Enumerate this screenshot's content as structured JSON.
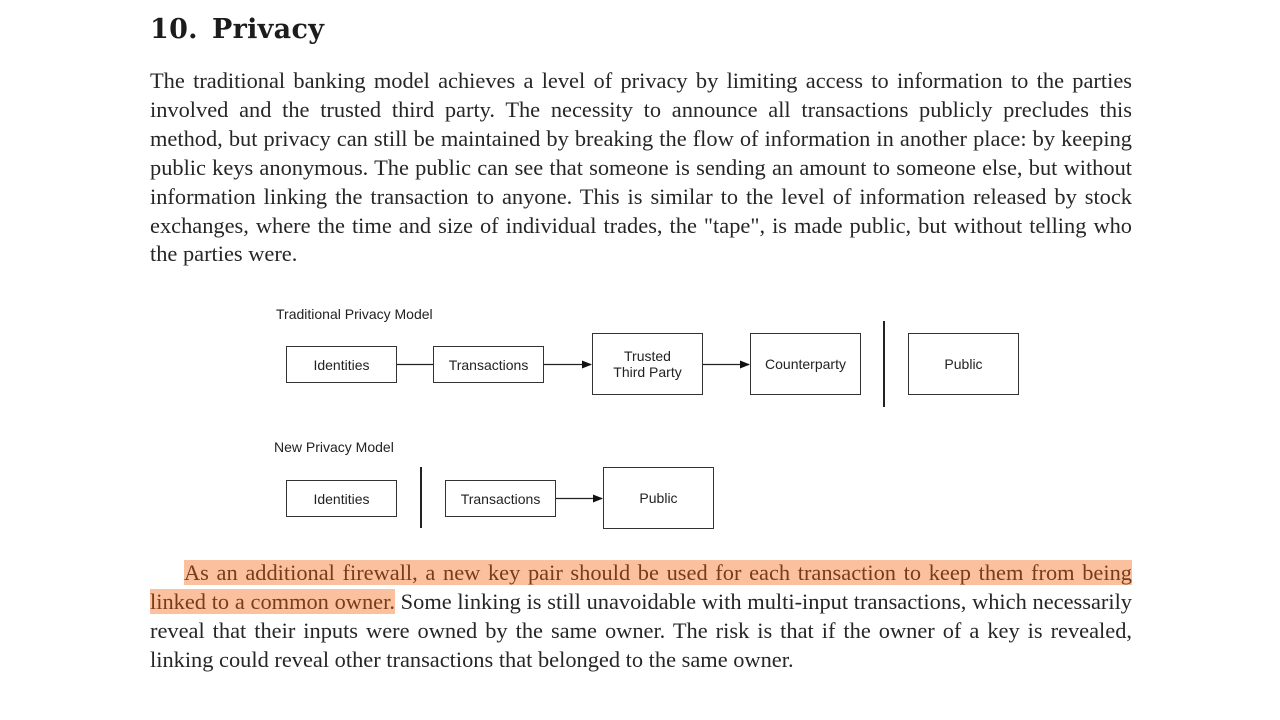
{
  "section": {
    "number": "10.",
    "title": "Privacy"
  },
  "paragraph1": "The traditional banking model achieves a level of privacy by limiting access to information to the parties involved and the trusted third party.  The necessity to announce all transactions publicly precludes this method, but privacy can still be maintained by breaking the flow of information in another place: by keeping public keys anonymous.  The public can see that someone is sending an amount to someone else, but without information linking the transaction to anyone.  This is similar to the level of information released by stock exchanges, where the time and size of individual trades, the \"tape\", is made public, but without telling who the parties were.",
  "diagram": {
    "traditional": {
      "label": "Traditional Privacy Model",
      "identities": "Identities",
      "transactions": "Transactions",
      "trusted_line1": "Trusted",
      "trusted_line2": "Third Party",
      "counterparty": "Counterparty",
      "public": "Public"
    },
    "new": {
      "label": "New Privacy Model",
      "identities": "Identities",
      "transactions": "Transactions",
      "public": "Public"
    }
  },
  "paragraph2": {
    "highlighted": "As an additional firewall, a new key pair should be used for each transaction to keep them from being linked to a common owner.",
    "rest": "  Some linking is still unavoidable with multi-input transactions, which necessarily reveal that their inputs were owned by the same owner.  The risk is that if the owner of a key is revealed, linking could reveal other transactions that belonged to the same owner."
  },
  "colors": {
    "highlight": "#fbc09e",
    "highlight_text": "#7a3b1a"
  }
}
